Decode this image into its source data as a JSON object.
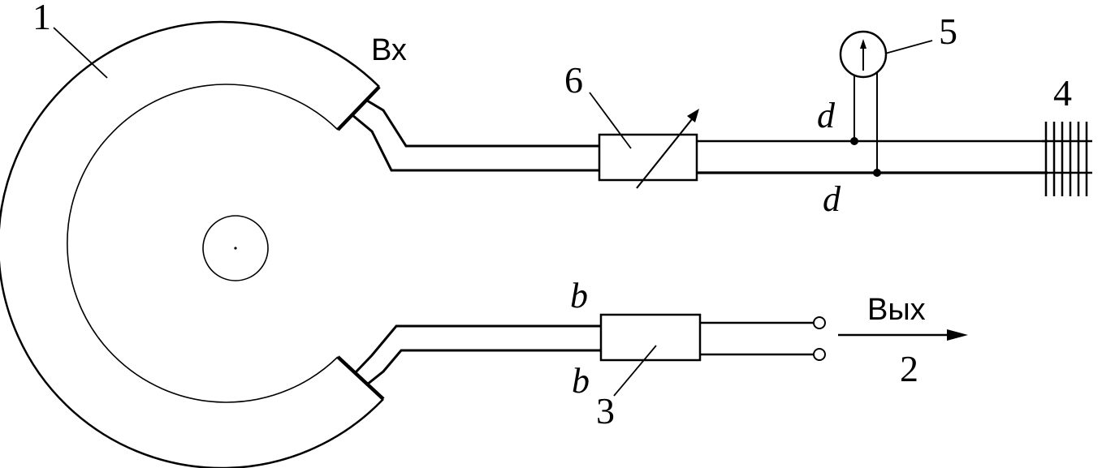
{
  "labels": {
    "num1": "1",
    "num2": "2",
    "num3": "3",
    "num4": "4",
    "num5": "5",
    "num6": "6",
    "input": "Вх",
    "output": "Вых",
    "d_top": "d",
    "d_bottom": "d",
    "b_top": "b",
    "b_bottom": "b"
  }
}
